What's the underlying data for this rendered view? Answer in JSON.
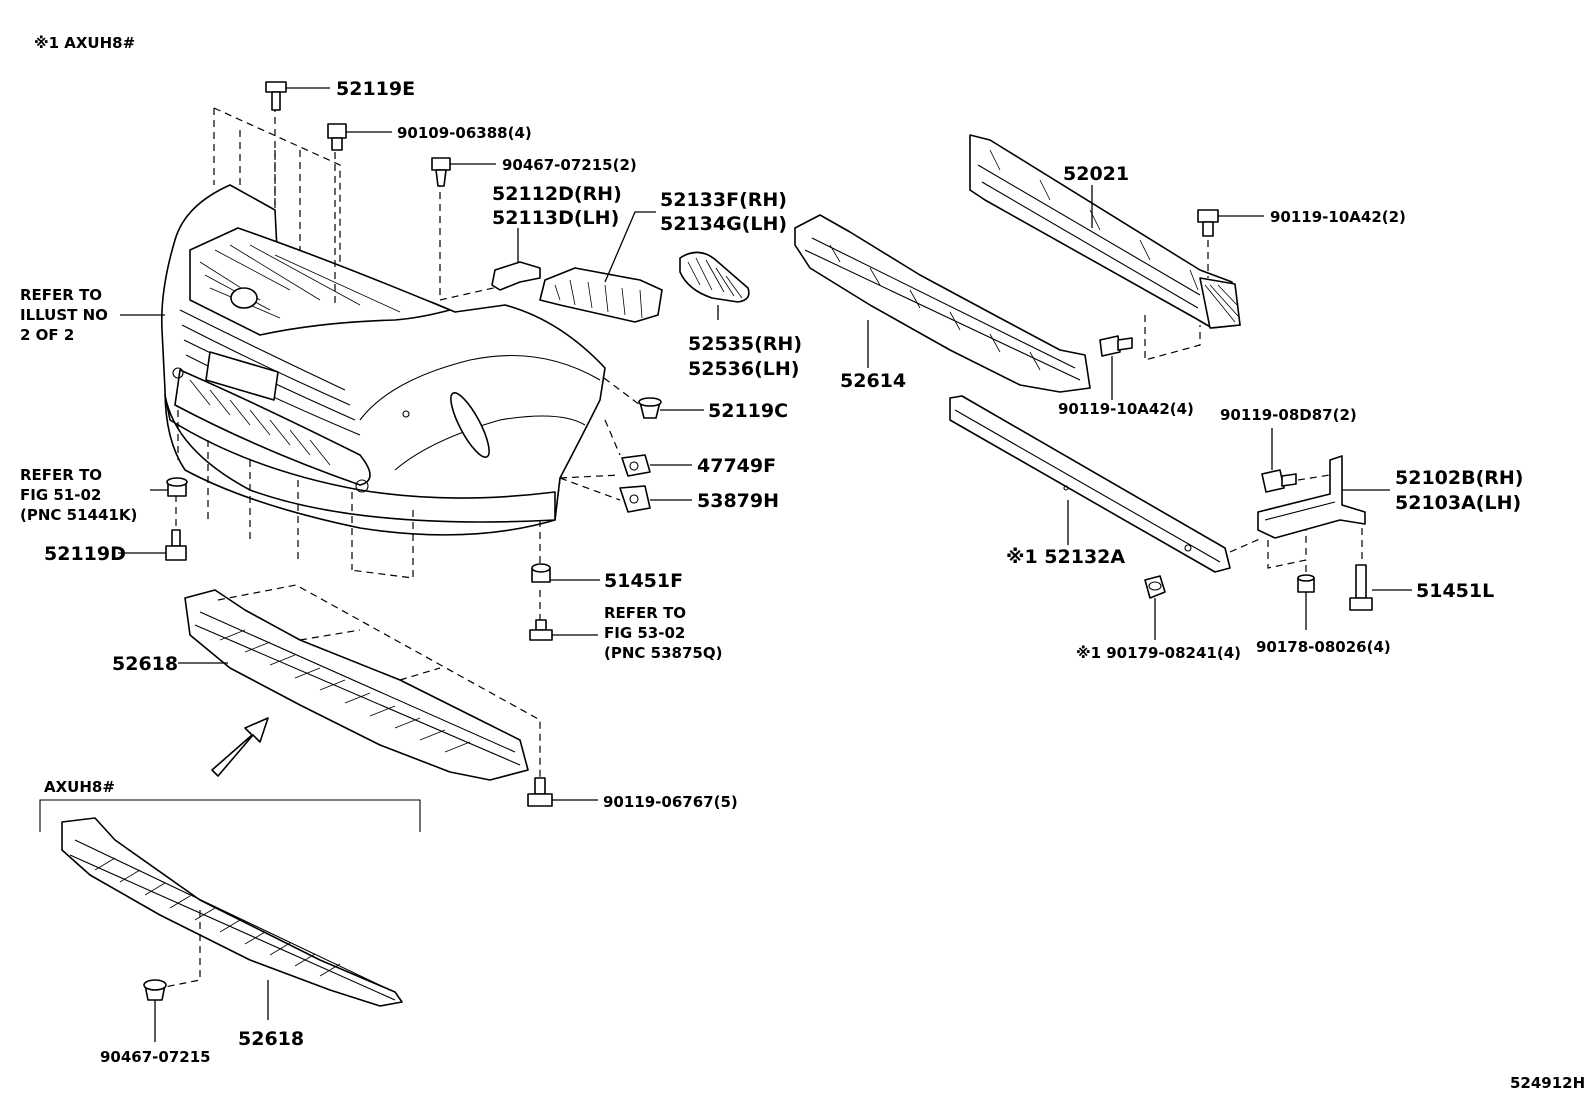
{
  "header": {
    "note": "※1 AXUH8#"
  },
  "footer": {
    "illustration_code": "524912H"
  },
  "labels": {
    "p52119E": "52119E",
    "p90109_06388": "90109-06388(4)",
    "p90467_07215_2": "90467-07215(2)",
    "p52112D": "52112D(RH)",
    "p52113D": "52113D(LH)",
    "p52133F": "52133F(RH)",
    "p52134G": "52134G(LH)",
    "p52535": "52535(RH)",
    "p52536": "52536(LH)",
    "p52119C": "52119C",
    "p47749F": "47749F",
    "p53879H": "53879H",
    "p52119D": "52119D",
    "p51451F": "51451F",
    "p52618_main": "52618",
    "p90119_06767": "90119-06767(5)",
    "p52618_sub": "52618",
    "p90467_07215": "90467-07215",
    "p52021": "52021",
    "p90119_10A42_2": "90119-10A42(2)",
    "p52614": "52614",
    "p90119_10A42_4": "90119-10A42(4)",
    "p90119_08D87": "90119-08D87(2)",
    "p52102B": "52102B(RH)",
    "p52103A": "52103A(LH)",
    "p52132A": "※1 52132A",
    "p51451L": "51451L",
    "p90179_08241": "※1 90179-08241(4)",
    "p90178_08026": "90178-08026(4)"
  },
  "references": {
    "illust": [
      "REFER TO",
      "ILLUST NO",
      "2 OF 2"
    ],
    "fig51": [
      "REFER TO",
      "FIG 51-02",
      "(PNC 51441K)"
    ],
    "fig53": [
      "REFER TO",
      "FIG 53-02",
      "(PNC 53875Q)"
    ]
  },
  "variant_box": {
    "label": "AXUH8#"
  }
}
